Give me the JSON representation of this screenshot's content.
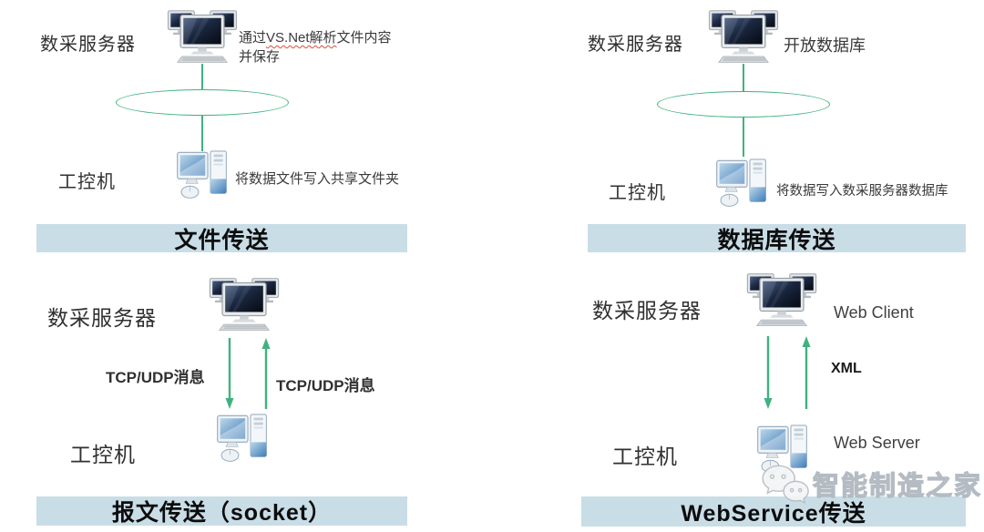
{
  "colors": {
    "green": "#3fb27f",
    "banner_bg": "#c9dde7",
    "watermark_gray": "#b4bcc2"
  },
  "q1": {
    "server_label": "数采服务器",
    "note1_pre": "通过",
    "note1_wavy": "VS.Net解析",
    "note1_post": "文件内容",
    "note1_line2": "并保存",
    "client_label": "工控机",
    "client_note": "将数据文件写入共享文件夹",
    "banner": "文件传送"
  },
  "q2": {
    "server_label": "数采服务器",
    "server_note": "开放数据库",
    "client_label": "工控机",
    "client_note": "将数据写入数采服务器数据库",
    "banner": "数据库传送"
  },
  "q3": {
    "server_label": "数采服务器",
    "arrow_left_label": "TCP/UDP消息",
    "arrow_right_label": "TCP/UDP消息",
    "client_label": "工控机",
    "banner": "报文传送（socket）"
  },
  "q4": {
    "server_label": "数采服务器",
    "server_note": "Web Client",
    "arrow_label": "XML",
    "client_label": "工控机",
    "client_note": "Web Server",
    "banner": "WebService传送"
  },
  "watermark": {
    "text": "智能制造之家"
  }
}
